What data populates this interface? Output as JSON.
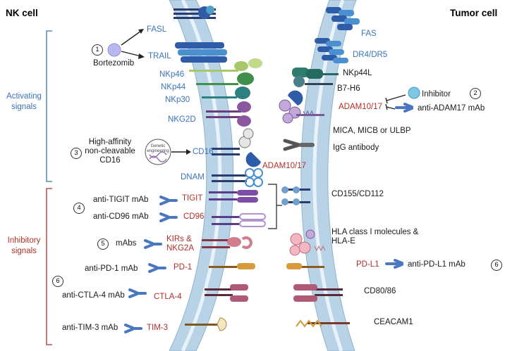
{
  "titles": {
    "nk_cell": "NK cell",
    "tumor_cell": "Tumor cell"
  },
  "groups": {
    "activating": "Activating\nsignals",
    "inhibitory": "Inhibitory\nsignals"
  },
  "nk_receptors": {
    "fasl": "FASL",
    "trail": "TRAIL",
    "nkp46": "NKp46",
    "nkp44": "NKp44",
    "nkp30": "NKp30",
    "nkg2d": "NKG2D",
    "cd16": "CD16",
    "dnam": "DNAM",
    "tigit": "TIGIT",
    "cd96": "CD96",
    "kirs": "KIRs &\nNKG2A",
    "pd1": "PD-1",
    "ctla4": "CTLA-4",
    "tim3": "TIM-3"
  },
  "tumor_ligands": {
    "fas": "FAS",
    "dr45": "DR4/DR5",
    "nkp44l": "NKp44L",
    "b7h6": "B7-H6",
    "adam1017": "ADAM10/17",
    "mica": "MICA, MICB or ULBP",
    "igg": "IgG antibody",
    "adam1017_nk": "ADAM10/17",
    "cd155": "CD155/CD112",
    "hla": "HLA class I molecules &\nHLA-E",
    "pdl1": "PD-L1",
    "cd8086": "CD80/86",
    "ceacam1": "CEACAM1"
  },
  "therapies": {
    "bortezomib": "Bortezomib",
    "inhibitor": "Inhibitor",
    "anti_adam17": "anti-ADAM17 mAb",
    "cd16_eng": "High-affinity\nnon-cleavable\nCD16",
    "genetic": "Genetic\nengineering",
    "anti_tigit": "anti-TIGIT mAb",
    "anti_cd96": "anti-CD96 mAb",
    "mabs": "mAbs",
    "anti_pd1": "anti-PD-1 mAb",
    "anti_ctla4": "anti-CTLA-4 mAb",
    "anti_tim3": "anti-TIM-3 mAb",
    "anti_pdl1": "anti-PD-L1 mAb"
  },
  "numbers": {
    "n1": "1",
    "n2": "2",
    "n3": "3",
    "n4": "4",
    "n5": "5",
    "n6a": "6",
    "n6b": "6"
  },
  "colors": {
    "membrane": "#b9d3e6",
    "membrane_edge": "#8fb3cf",
    "activating": "#3a74b8",
    "inhibitory": "#b0302a",
    "antibody": "#4a78c0"
  }
}
